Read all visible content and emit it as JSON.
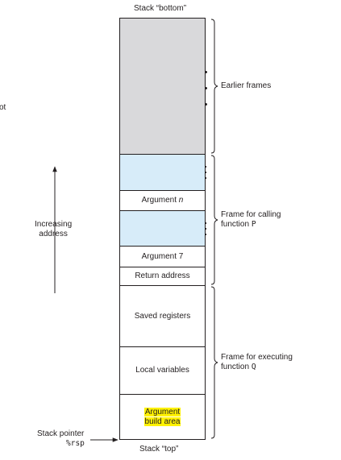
{
  "top_label": "Stack “bottom”",
  "bottom_label": "Stack “top”",
  "left_edge_text": "ot",
  "increasing_address": {
    "line1": "Increasing",
    "line2": "address"
  },
  "stack_pointer": {
    "label": "Stack pointer",
    "register": "%rsp"
  },
  "cells": {
    "argument_n": {
      "prefix": "Argument ",
      "var": "n"
    },
    "argument_7": "Argument 7",
    "return_address": "Return address",
    "saved_registers": "Saved registers",
    "local_variables": "Local variables",
    "argument_build_area": {
      "line1": "Argument",
      "line2": "build area"
    }
  },
  "braces": {
    "earlier_frames": "Earlier frames",
    "calling_frame": {
      "line1": "Frame for calling",
      "line2_text": "function ",
      "line2_code": "P"
    },
    "executing_frame": {
      "line1": "Frame for executing",
      "line2_text": "function ",
      "line2_code": "Q"
    }
  },
  "colors": {
    "earlier_frames_fill": "#d9d9db",
    "calling_frame_fill": "#d7ecf9",
    "highlight": "#fff200",
    "stroke": "#231f20"
  }
}
